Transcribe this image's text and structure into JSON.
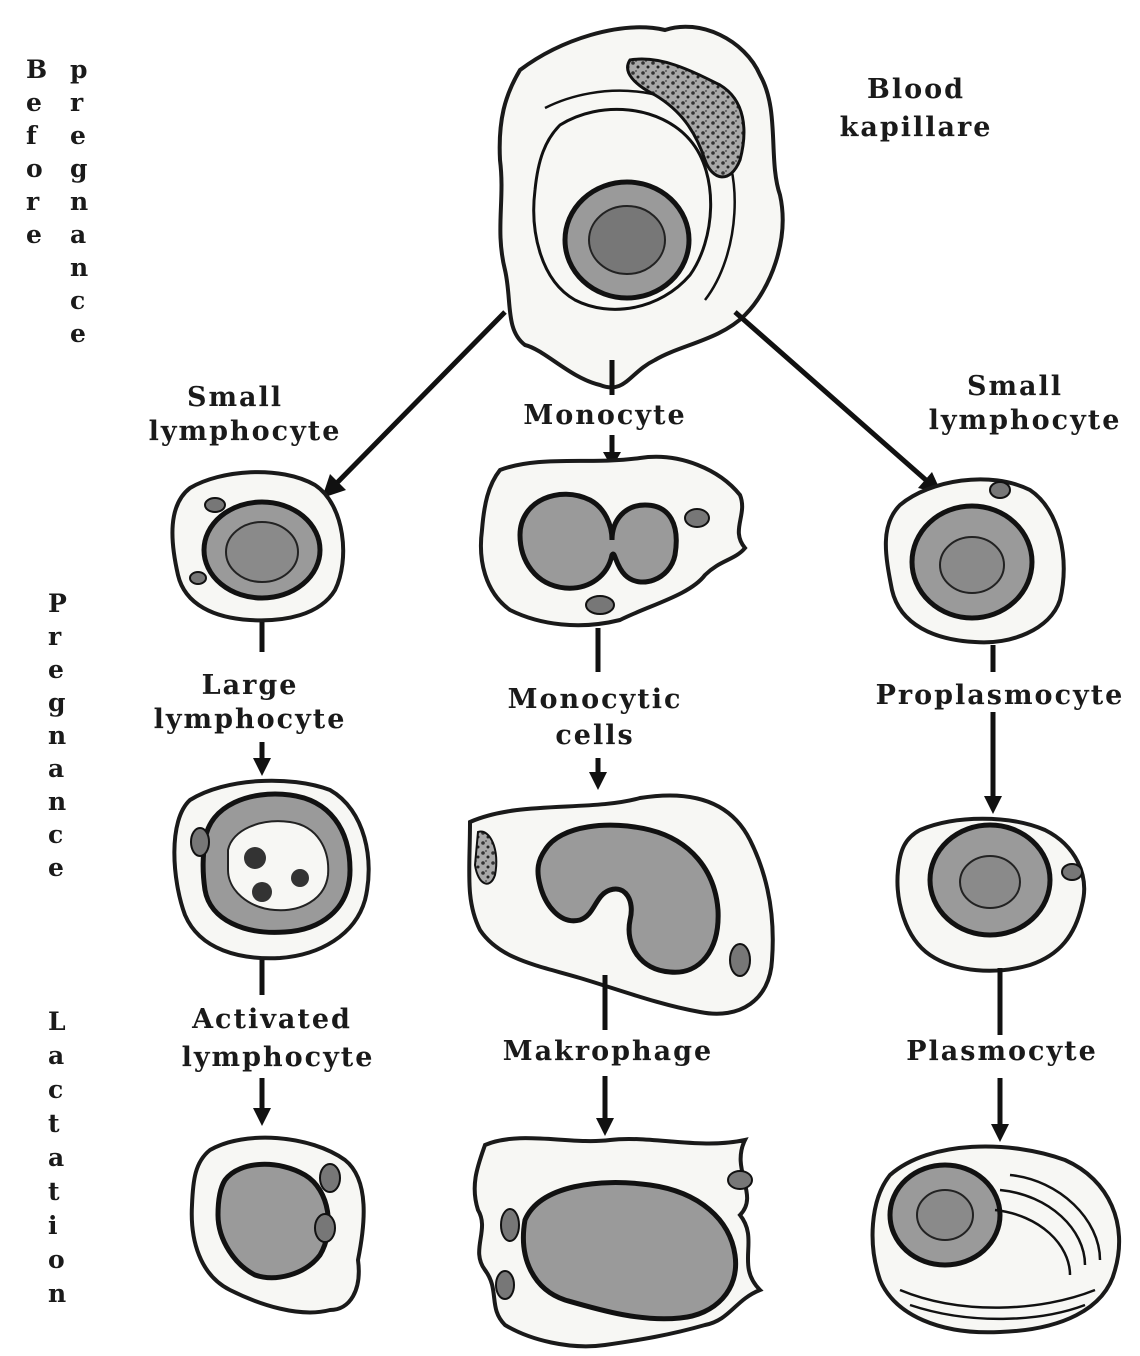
{
  "stage_labels": {
    "before_left": "Before",
    "before_right": "pregnance",
    "pregnance": "Pregnance",
    "lactation": "Lactation"
  },
  "top_cell_label": [
    "Blood",
    "kapillare"
  ],
  "columns": [
    {
      "top_label": [
        "Small",
        "lymphocyte"
      ],
      "mid_label": [
        "Large",
        "lymphocyte"
      ],
      "bottom_label": [
        "Activated",
        "lymphocyte"
      ]
    },
    {
      "top_label": [
        "Monocyte"
      ],
      "mid_label": [
        "Monocytic",
        "cells"
      ],
      "bottom_label": [
        "Makrophage"
      ]
    },
    {
      "top_label": [
        "Small",
        "lymphocyte"
      ],
      "mid_label": [
        "Proplasmocyte"
      ],
      "bottom_label": [
        "Plasmocyte"
      ]
    }
  ]
}
